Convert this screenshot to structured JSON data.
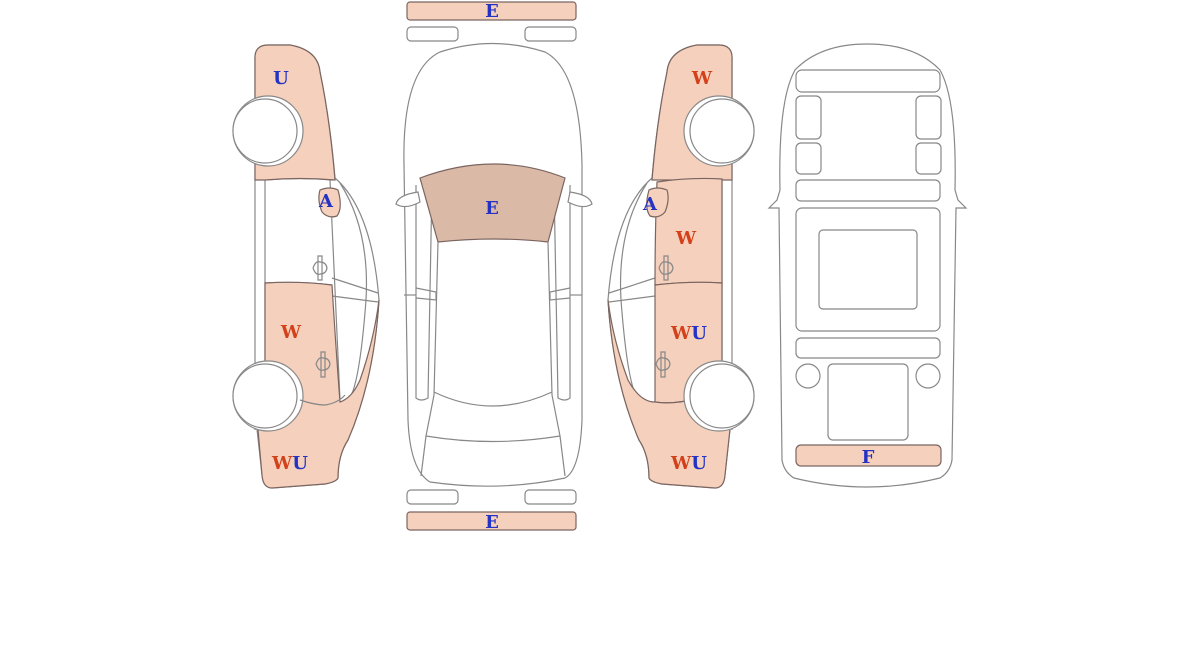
{
  "colors": {
    "damage_fill": "#f5d0bc",
    "damage_fill_dark": "#dbb9a7",
    "outline": "#888888",
    "code_blue": "#2433c4",
    "code_red": "#d24119"
  },
  "views": [
    {
      "name": "left-side-view",
      "panels": [
        {
          "id": "left-front-fender",
          "code": "U"
        },
        {
          "id": "left-mirror",
          "code": "A"
        },
        {
          "id": "left-rear-door",
          "code": "W"
        },
        {
          "id": "left-rear-quarter",
          "code": "WU"
        }
      ]
    },
    {
      "name": "top-view",
      "panels": [
        {
          "id": "front-bumper",
          "code": "E"
        },
        {
          "id": "roof",
          "code": "E"
        },
        {
          "id": "rear-bumper",
          "code": "E"
        }
      ]
    },
    {
      "name": "right-side-view",
      "panels": [
        {
          "id": "right-front-fender",
          "code": "W"
        },
        {
          "id": "right-mirror",
          "code": "A"
        },
        {
          "id": "right-front-door",
          "code": "W"
        },
        {
          "id": "right-rear-door",
          "code": "WU"
        },
        {
          "id": "right-rear-quarter",
          "code": "WU"
        }
      ]
    },
    {
      "name": "underbody-view",
      "panels": [
        {
          "id": "floor-panel",
          "code": "F"
        }
      ]
    }
  ],
  "labels": {
    "left_front_fender": [
      "U"
    ],
    "left_mirror": [
      "A"
    ],
    "left_rear_door": [
      "W"
    ],
    "left_rear_quarter": [
      "W",
      "U"
    ],
    "front_bumper": [
      "E"
    ],
    "roof": [
      "E"
    ],
    "rear_bumper": [
      "E"
    ],
    "right_front_fender": [
      "W"
    ],
    "right_mirror": [
      "A"
    ],
    "right_front_door": [
      "W"
    ],
    "right_rear_door": [
      "W",
      "U"
    ],
    "right_rear_quarter": [
      "W",
      "U"
    ],
    "floor_panel": [
      "F"
    ]
  }
}
